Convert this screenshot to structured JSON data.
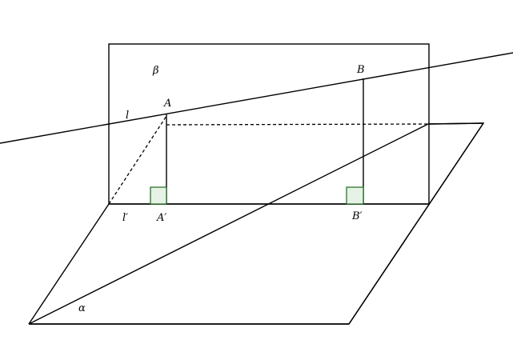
{
  "labels": {
    "plane_alpha": "α",
    "plane_beta": "β",
    "line_l": "l",
    "line_l_prime": "l′",
    "point_a": "A",
    "point_b": "B",
    "point_a_prime": "A′",
    "point_b_prime": "B′"
  },
  "colors": {
    "stroke": "#000000",
    "right_angle_fill": "#e6f2e6",
    "right_angle_stroke": "#1a6b1a"
  }
}
